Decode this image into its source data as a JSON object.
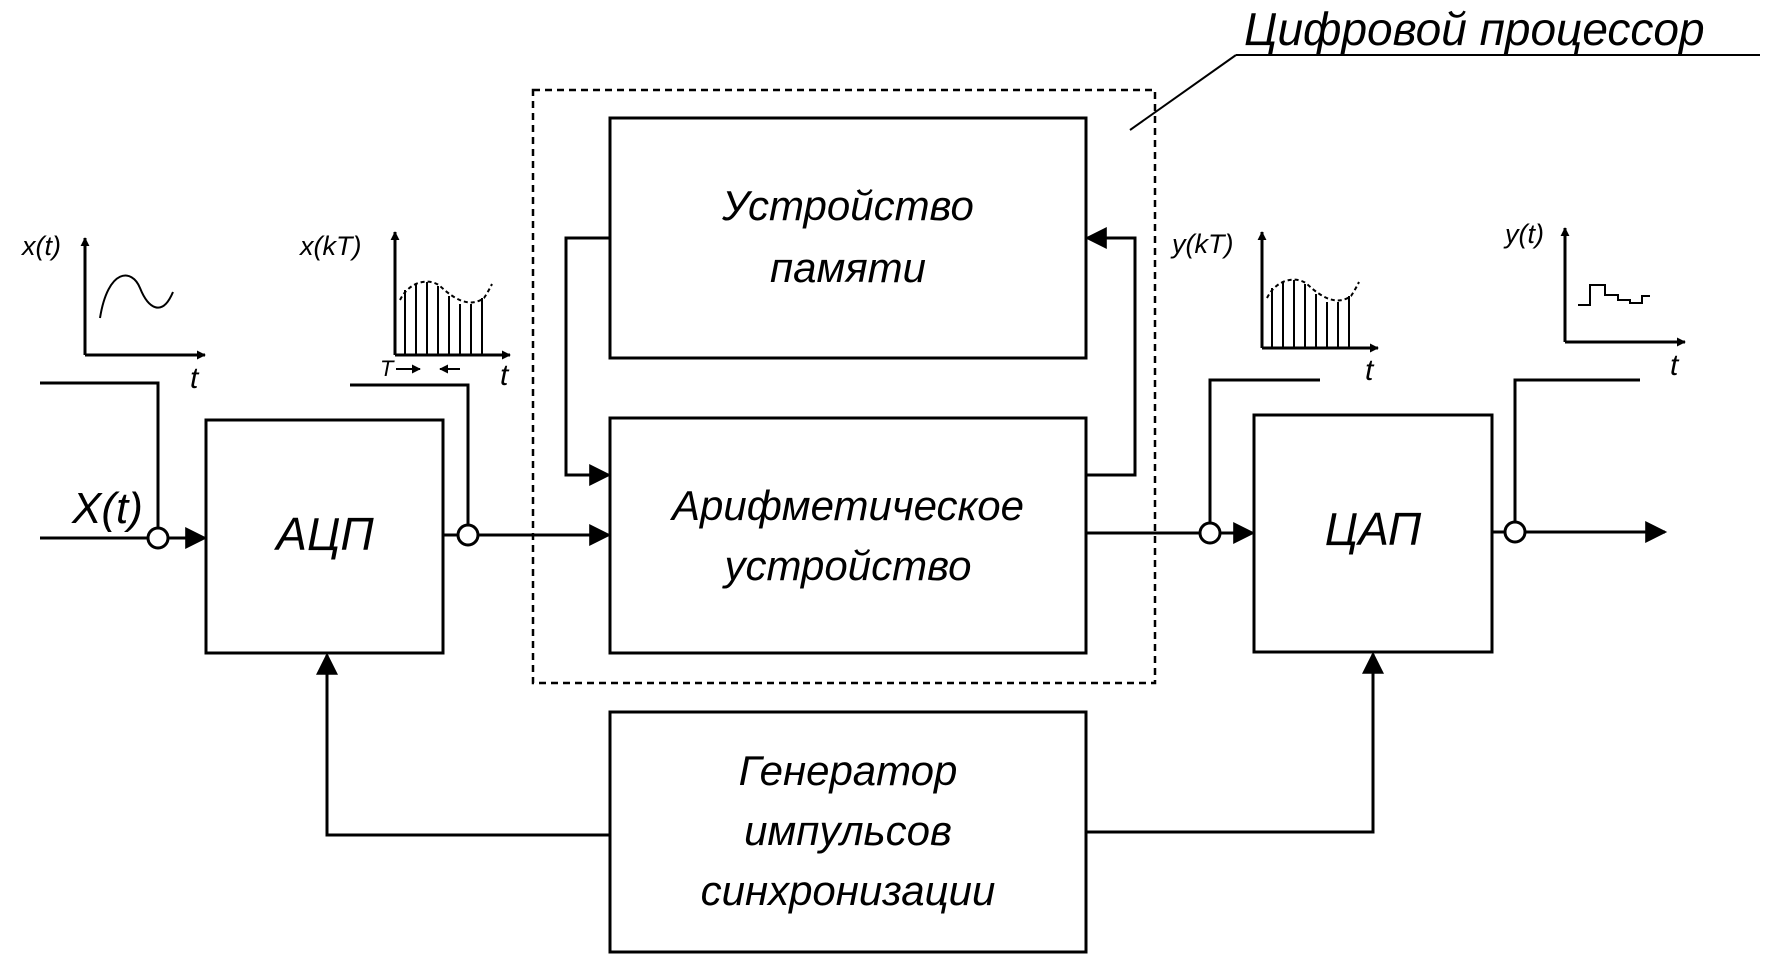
{
  "processor_title": "Цифровой процессор",
  "blocks": {
    "memory": [
      "Устройство",
      "памяти"
    ],
    "arithmetic": [
      "Арифметическое",
      "устройство"
    ],
    "adc": "АЦП",
    "dac": "ЦАП",
    "generator": [
      "Генератор",
      "импульсов",
      "синхронизации"
    ]
  },
  "signals": {
    "input": "X(t)",
    "plot1": {
      "ylabel": "x(t)",
      "xlabel": "t"
    },
    "plot2": {
      "ylabel": "x(kT)",
      "xlabel": "t",
      "period": "T"
    },
    "plot3": {
      "ylabel": "y(kT)",
      "xlabel": "t"
    },
    "plot4": {
      "ylabel": "y(t)",
      "xlabel": "t"
    }
  },
  "colors": {
    "ink": "#000000",
    "background": "#ffffff"
  }
}
